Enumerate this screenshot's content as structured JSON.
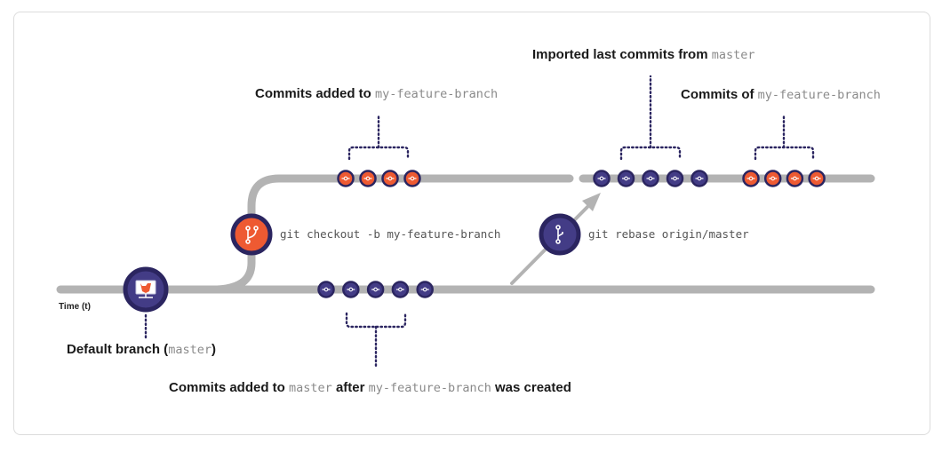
{
  "colors": {
    "track": "#b3b3b3",
    "navy": "#2b2560",
    "navy_fill": "#433c86",
    "orange": "#ee5a32",
    "bracket": "#2b2560"
  },
  "axis": {
    "time_label": "Time (t)"
  },
  "labels": {
    "default_branch": {
      "prefix": "Default branch (",
      "code": "master",
      "suffix": ")"
    },
    "commits_added_feature": {
      "prefix": "Commits added to ",
      "code": "my-feature-branch"
    },
    "imported_last": {
      "prefix": "Imported last commits from ",
      "code": "master"
    },
    "commits_of_feature": {
      "prefix": "Commits of ",
      "code": "my-feature-branch"
    },
    "commits_added_master": {
      "prefix": "Commits added to ",
      "code1": "master",
      "middle": " after ",
      "code2": "my-feature-branch",
      "suffix": " was created"
    }
  },
  "commands": {
    "checkout": "git checkout -b my-feature-branch",
    "rebase": "git rebase origin/master"
  },
  "icons": {
    "default_branch": "gitlab-monitor-icon",
    "checkout": "git-branch-icon",
    "rebase": "git-rebase-icon",
    "commit": "git-commit-icon"
  },
  "commit_groups": [
    {
      "name": "feature-commits-original",
      "branch": "my-feature-branch",
      "color": "orange",
      "count": 4
    },
    {
      "name": "master-new-commits",
      "branch": "master",
      "color": "navy",
      "count": 5
    },
    {
      "name": "rebased-master-commits",
      "branch": "my-feature-branch",
      "color": "navy",
      "count": 5
    },
    {
      "name": "rebased-feature-commits",
      "branch": "my-feature-branch",
      "color": "orange",
      "count": 4
    }
  ]
}
